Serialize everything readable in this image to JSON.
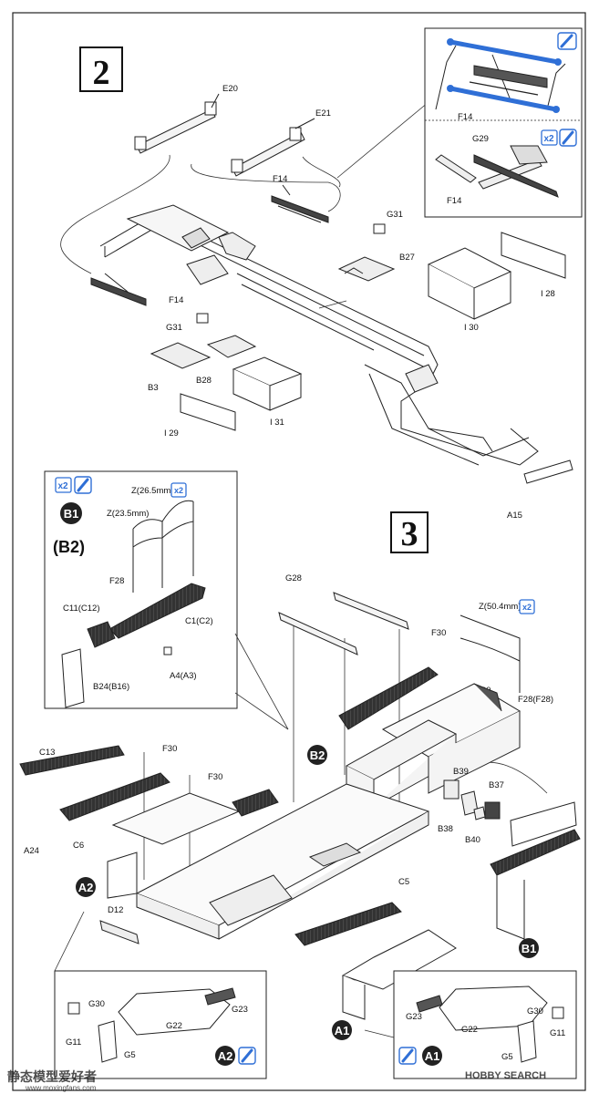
{
  "steps": {
    "step2": "2",
    "step3": "3"
  },
  "step2_labels": {
    "E20": "E20",
    "E21": "E21",
    "F14a": "F14",
    "F14b": "F14",
    "F14c": "F14",
    "G29": "G29",
    "F14d": "F14",
    "G31a": "G31",
    "B27": "B27",
    "I28": "I 28",
    "I30": "I 30",
    "G31b": "G31",
    "B3": "B3",
    "B28": "B28",
    "I29": "I 29",
    "I31": "I 31",
    "A15": "A15",
    "x2": "x2"
  },
  "inset_b": {
    "x2": "x2",
    "B1": "B1",
    "B2": "(B2)",
    "Z1": "Z(26.5mm)",
    "Z2": "Z(23.5mm)",
    "Z1x": "x2",
    "F28": "F28",
    "C11": "C11(C12)",
    "C1": "C1(C2)",
    "A4": "A4(A3)",
    "B24": "B24(B16)"
  },
  "step3_labels": {
    "G28": "G28",
    "Z3": "Z(50.4mm)",
    "Z3x": "x2",
    "F30a": "F30",
    "F30b": "F30",
    "F28F28": "F28(F28)",
    "C13": "C13",
    "F30c": "F30",
    "F30d": "F30",
    "B2": "B2",
    "B39": "B39",
    "B37": "B37",
    "B38": "B38",
    "B40": "B40",
    "A24": "A24",
    "C6": "C6",
    "A2": "A2",
    "C5": "C5",
    "D12": "D12",
    "B1": "B1",
    "A1": "A1"
  },
  "inset_a2": {
    "G30": "G30",
    "G22": "G22",
    "G23": "G23",
    "G11": "G11",
    "G5": "G5",
    "A2": "A2"
  },
  "inset_a1": {
    "G23": "G23",
    "G22": "G22",
    "G30": "G30",
    "G11": "G11",
    "G5": "G5",
    "A1": "A1"
  },
  "watermark_left": {
    "title": "静态模型爱好者",
    "url": "www.moxingfans.com"
  },
  "watermark_right": {
    "brand": "HOBBY SEARCH"
  },
  "colors": {
    "ink": "#1a1a1a",
    "accent_blue": "#2f6fd6",
    "badge_bg": "#222222",
    "tread": "#333333"
  }
}
